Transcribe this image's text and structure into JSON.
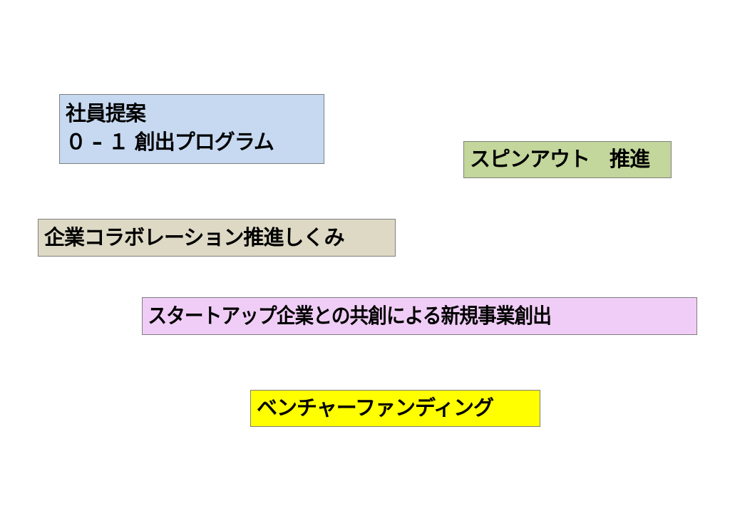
{
  "boxes": [
    {
      "lines": [
        "社員提案",
        "０ – １ 創出プログラム"
      ],
      "color": "#c6d9f1"
    },
    {
      "text": "スピンアウト　推進",
      "color": "#c3d69b"
    },
    {
      "text": "企業コラボレーション推進しくみ",
      "color": "#ddd9c4"
    },
    {
      "text": "スタートアップ企業との共創による新規事業創出",
      "color": "#f0cdf6"
    },
    {
      "text": "ベンチャーファンディング",
      "color": "#ffff00"
    }
  ]
}
